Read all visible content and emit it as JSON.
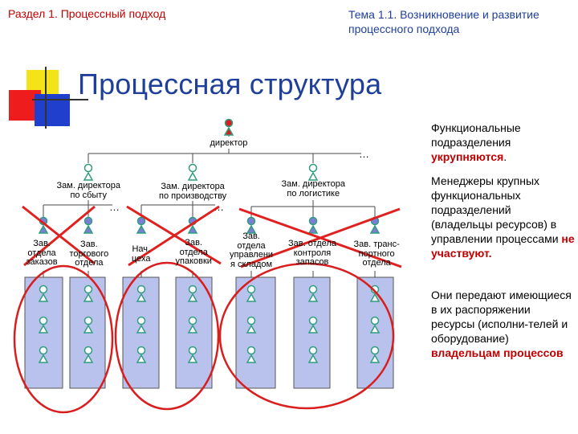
{
  "header": {
    "section": "Раздел 1. Процессный подход",
    "topic": "Тема 1.1. Возникновение и развитие процессного подхода"
  },
  "slide_title": "Процессная структура",
  "chart": {
    "ellipsis": "…",
    "director": "директор",
    "deputies": [
      "Зам. директора\nпо сбыту",
      "Зам. директора\nпо производству",
      "Зам. директора\nпо логистике"
    ],
    "heads": [
      "Зав.\nотдела\nзаказов",
      "Зав.\nторгового\nотдела",
      "Нач.\nцеха",
      "Зав.\nотдела\nупаковки",
      "Зав.\nотдела\nуправлени\nя складом",
      "Зав. отдела\nконтроля\nзапасов",
      "Зав. транс-\nпортного\nотдела"
    ],
    "colors": {
      "person_outline": "#2e9e7e",
      "director_fill": "#d81e1e",
      "tier2_fill": "#ffffff",
      "tier3_fill": "#7d7dd8",
      "lines": "#4a4a4a",
      "column_fill": "#b9c2ec",
      "strike": "#e0201e",
      "circle": "#d81e1e"
    }
  },
  "sidebar": {
    "p1": {
      "a": "Функциональные подразделения ",
      "b": "укрупняются",
      "c": "."
    },
    "p2": {
      "a": "Менеджеры крупных функциональных подразделений (владельцы ресурсов) в управлении процессами ",
      "b": "не участвуют."
    },
    "p3": {
      "a": "Они передают имеющиеся в их распоряжении ресурсы (исполни-телей и оборудование) ",
      "b": "владельцам процессов"
    }
  }
}
